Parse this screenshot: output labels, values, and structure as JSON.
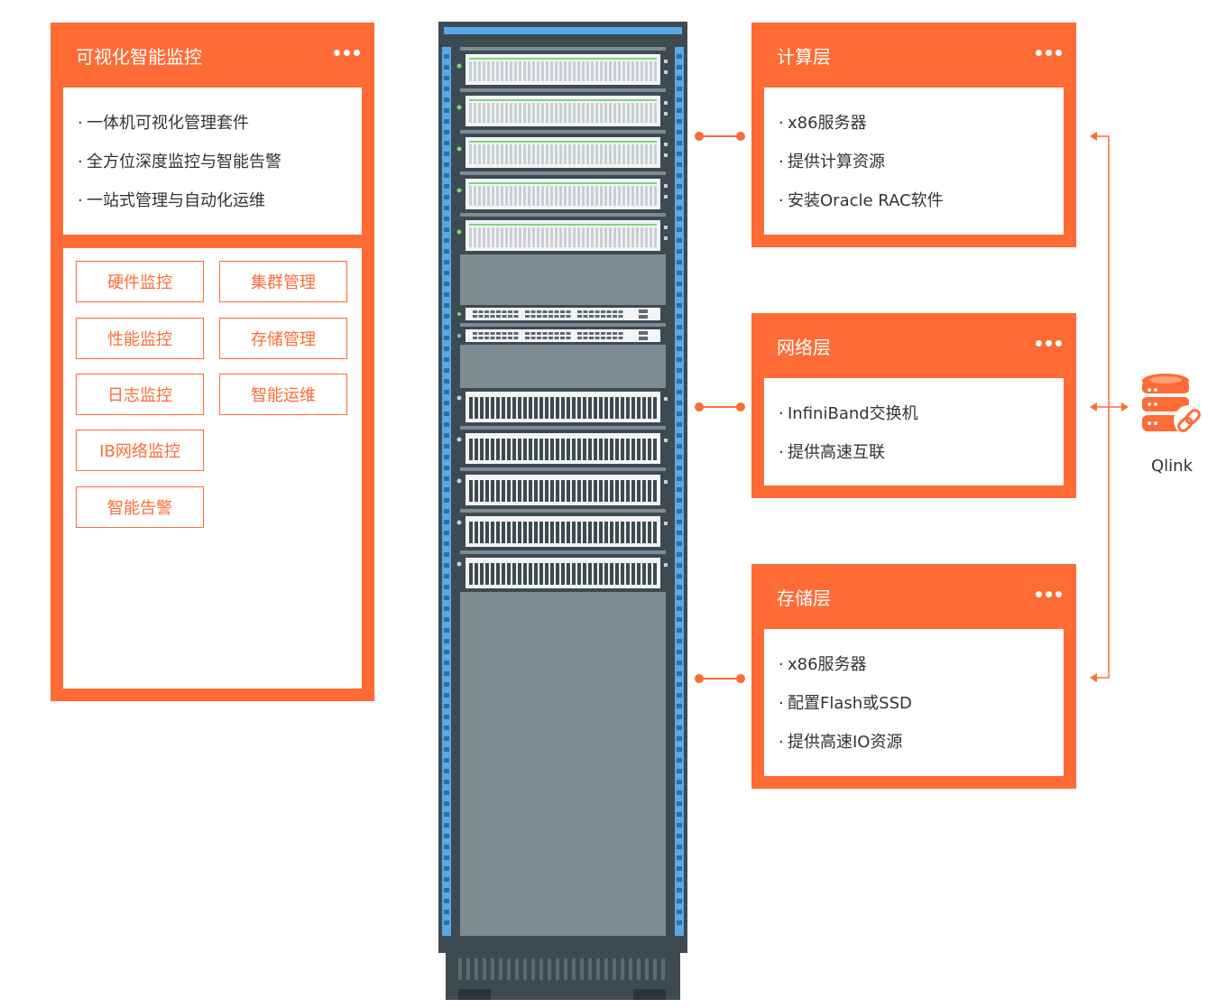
{
  "colors": {
    "accent": "#ff6b35",
    "rack_body": "#7d8c93",
    "rack_frame": "#3d4a51",
    "rail": "#5aa9e6"
  },
  "monitor": {
    "title": "可视化智能监控",
    "items": [
      "一体机可视化管理套件",
      "全方位深度监控与智能告警",
      "一站式管理与自动化运维"
    ],
    "features": [
      "硬件监控",
      "集群管理",
      "性能监控",
      "存储管理",
      "日志监控",
      "智能运维",
      "IB网络监控",
      "智能告警"
    ]
  },
  "layers": [
    {
      "title": "计算层",
      "items": [
        "x86服务器",
        "提供计算资源",
        "安装Oracle RAC软件"
      ]
    },
    {
      "title": "网络层",
      "items": [
        "InfiniBand交换机",
        "提供高速互联"
      ]
    },
    {
      "title": "存储层",
      "items": [
        "x86服务器",
        "配置Flash或SSD",
        "提供高速IO资源"
      ]
    }
  ],
  "qlink": {
    "label": "Qlink",
    "icon": "database-link-icon"
  }
}
